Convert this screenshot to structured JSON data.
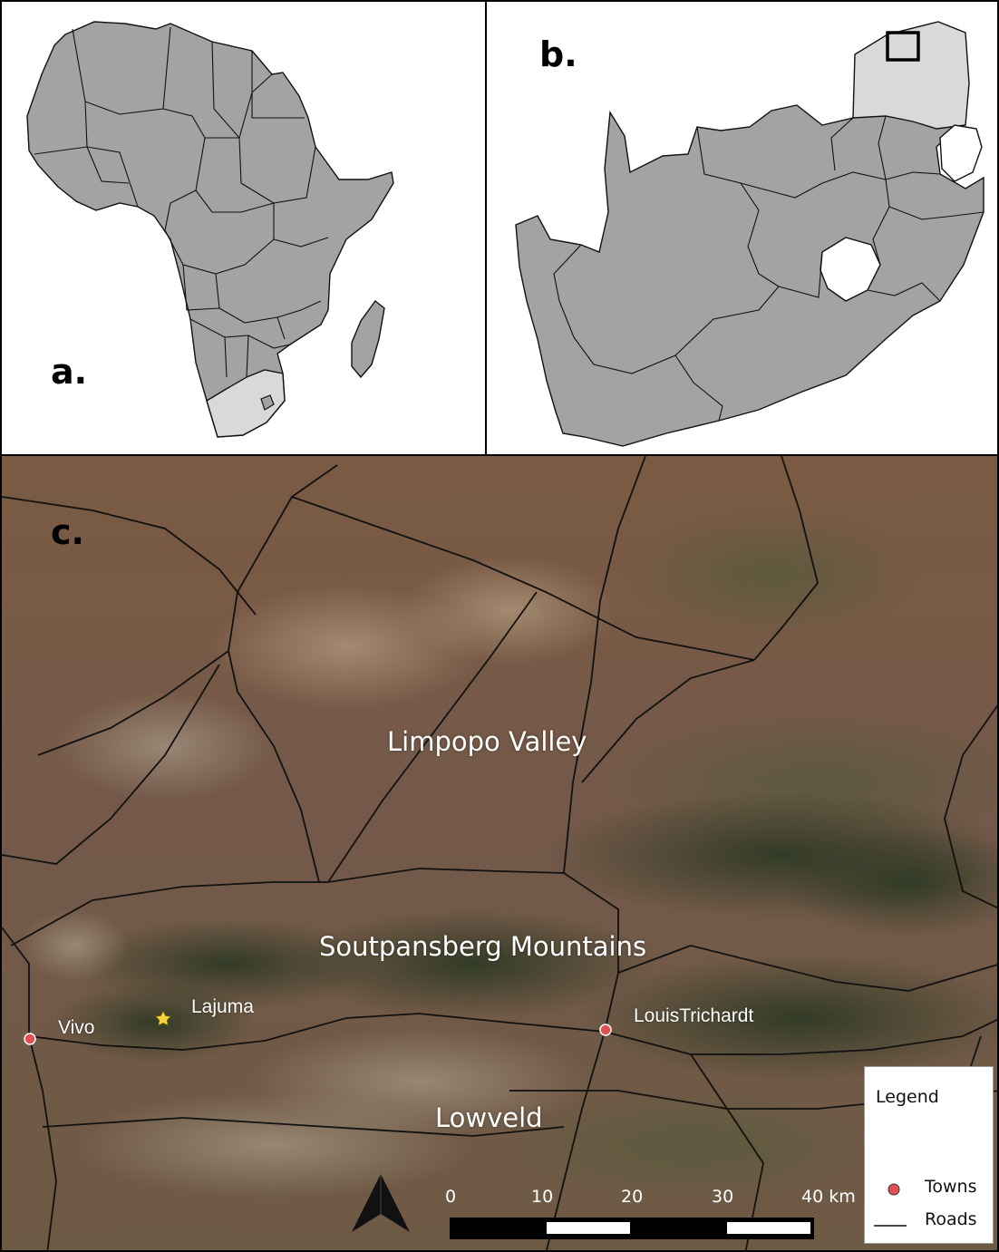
{
  "panels": {
    "a": {
      "letter": "a."
    },
    "b": {
      "letter": "b."
    },
    "c": {
      "letter": "c."
    }
  },
  "regions": {
    "limpopo_valley": "Limpopo Valley",
    "soutpansberg": "Soutpansberg Mountains",
    "lowveld": "Lowveld"
  },
  "places": {
    "vivo": "Vivo",
    "lajuma": "Lajuma",
    "louis_trichardt": "LouisTrichardt"
  },
  "legend": {
    "title": "Legend",
    "towns": "Towns",
    "roads": "Roads"
  },
  "scalebar": {
    "ticks": [
      "0",
      "10",
      "20",
      "30",
      "40 km"
    ]
  },
  "colors": {
    "country_fill": "#a3a3a3",
    "highlight_fill": "#d9d9d9",
    "town_marker": "#e05050",
    "study_site_star": "#f5d23c",
    "road": "#111111"
  },
  "icons": {
    "north_arrow": "north-arrow-icon",
    "study_site": "star-icon"
  }
}
